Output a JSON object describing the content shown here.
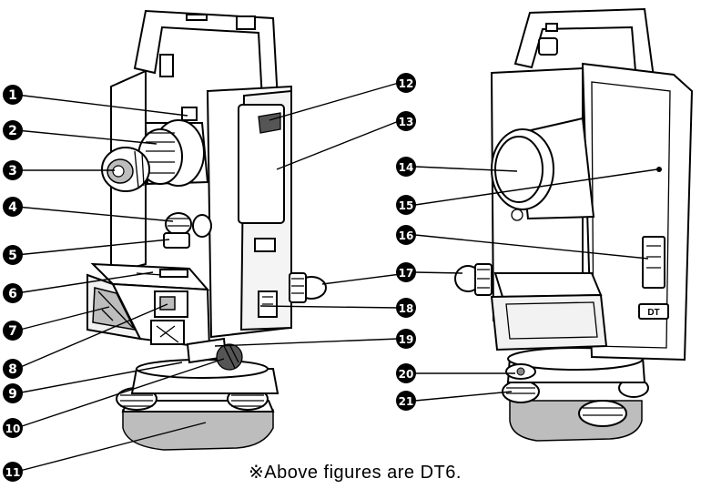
{
  "caption": "※Above figures are DT6.",
  "callouts": [
    {
      "num": "1"
    },
    {
      "num": "2"
    },
    {
      "num": "3"
    },
    {
      "num": "4"
    },
    {
      "num": "5"
    },
    {
      "num": "6"
    },
    {
      "num": "7"
    },
    {
      "num": "8"
    },
    {
      "num": "9"
    },
    {
      "num": "10"
    },
    {
      "num": "11"
    },
    {
      "num": "12"
    },
    {
      "num": "13"
    },
    {
      "num": "14"
    },
    {
      "num": "15"
    },
    {
      "num": "16"
    },
    {
      "num": "17"
    },
    {
      "num": "18"
    },
    {
      "num": "19"
    },
    {
      "num": "20"
    },
    {
      "num": "21"
    }
  ],
  "instrument_badge": "DT"
}
